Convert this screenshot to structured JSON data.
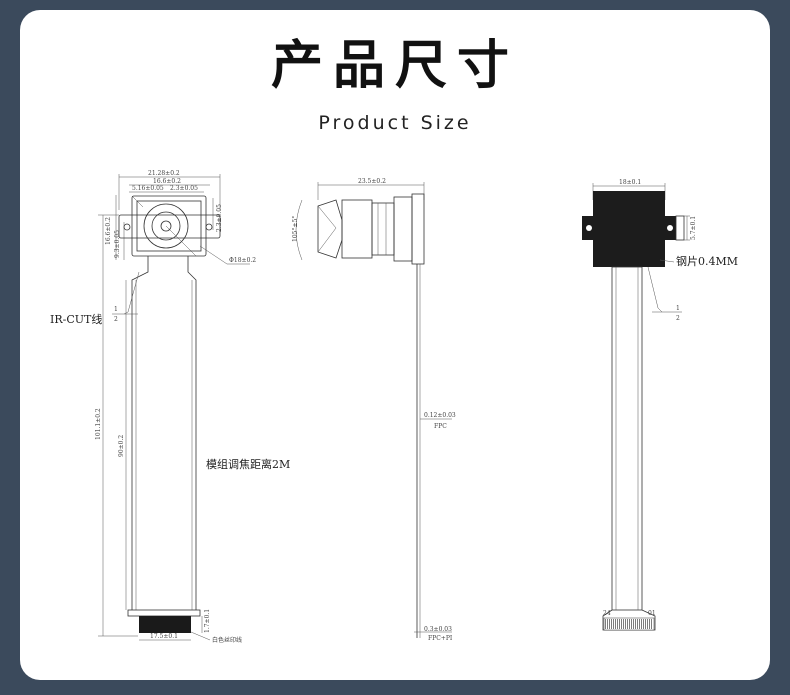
{
  "header": {
    "title": "产品尺寸",
    "subtitle": "Product Size"
  },
  "front_view": {
    "dim_width_total": "21.28±0.2",
    "dim_width_holder": "16.6±0.2",
    "dim_lens_offset": "5.16±0.05",
    "dim_lens_offset2": "2.3±0.05",
    "dim_side_height": "16.6±0.2",
    "dim_side_height2": "9.3±0.05",
    "dim_side_right": "2.3±0.05",
    "dim_hole": "Φ18±0.2",
    "dim_length_total": "101.1±0.2",
    "dim_length_fpc": "90±0.2",
    "dim_connector_width": "17.5±0.1",
    "dim_connector_height": "1.7±0.1",
    "label_ircut": "IR-CUT线",
    "label_focus": "模组调焦距离2M",
    "label_silkscreen": "白色丝印线",
    "pin_label_a": "1",
    "pin_label_b": "2"
  },
  "side_view": {
    "dim_length": "23.5±0.2",
    "dim_angle": "105°±5°",
    "dim_fpc_thickness": "0.12±0.03",
    "label_fpc": "FPC",
    "dim_bottom": "0.3±0.03",
    "label_bottom": "FPC+PI"
  },
  "back_view": {
    "dim_width": "18±0.1",
    "dim_height": "5.7±0.1",
    "label_steel": "钢片0.4MM",
    "pin_label_a": "1",
    "pin_label_b": "2",
    "pin_label_24": "24",
    "pin_label_01": "01"
  }
}
